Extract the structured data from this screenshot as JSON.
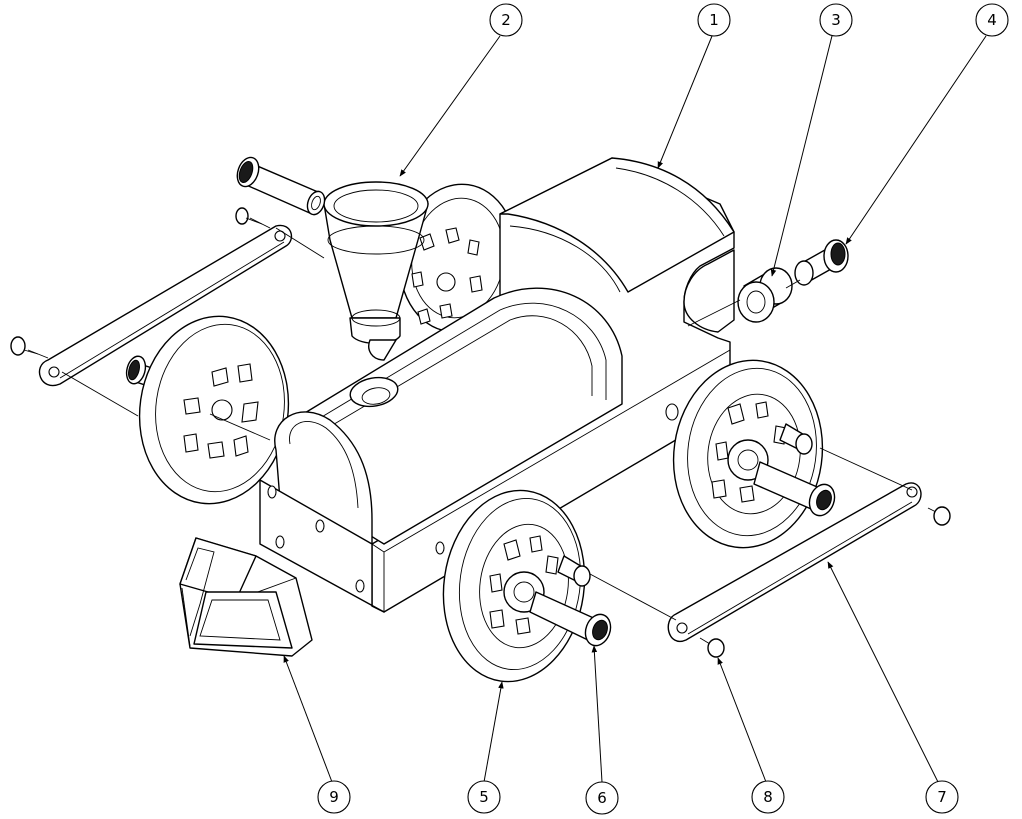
{
  "drawing": {
    "colors": {
      "line": "#000000",
      "background": "#ffffff"
    },
    "parts": [
      "locomotive-body",
      "smokestack",
      "bushing",
      "axle-pin",
      "wheel",
      "wheel-axle",
      "connecting-rod",
      "rod-pin",
      "cowcatcher"
    ]
  },
  "balloons": [
    {
      "label": "1"
    },
    {
      "label": "2"
    },
    {
      "label": "3"
    },
    {
      "label": "4"
    },
    {
      "label": "5"
    },
    {
      "label": "6"
    },
    {
      "label": "7"
    },
    {
      "label": "8"
    },
    {
      "label": "9"
    }
  ]
}
